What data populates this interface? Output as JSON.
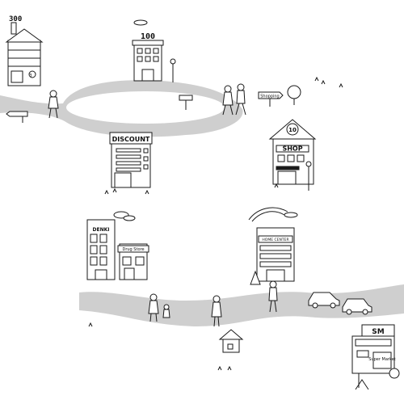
{
  "colors": {
    "road": "#cfcfcf",
    "ink": "#1a1a1a",
    "paper": "#ffffff"
  },
  "signs": {
    "top_left_number": "300",
    "hundred_yen_roof": "100",
    "house_number": "3",
    "discount": "DISCOUNT",
    "shop_word": "SHOP",
    "shop_number": "10",
    "denki": "DENKI",
    "drugstore": "Drug Store",
    "home_center": "HOME CENTER",
    "shopping_arrow": "Shopping",
    "sm": "SM",
    "super_market": "Super Market"
  }
}
